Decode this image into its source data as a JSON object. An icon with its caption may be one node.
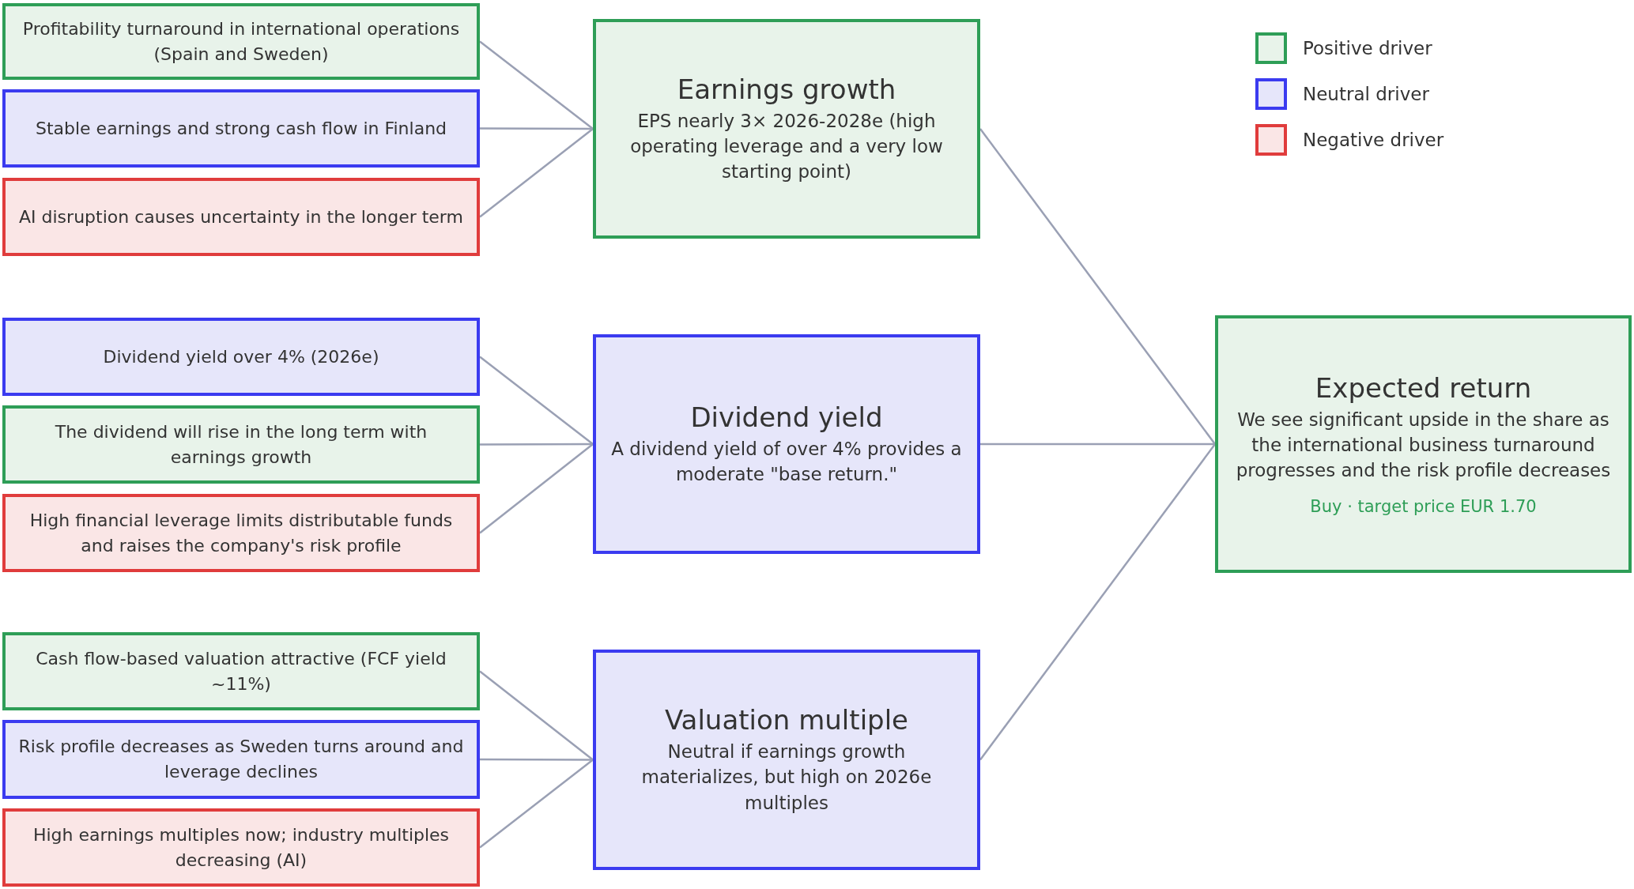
{
  "diagram": {
    "nodes": [
      {
        "text": [
          "Profitability turnaround in international operations (Spain and Sweden)"
        ]
      },
      {
        "text": [
          "Stable earnings and strong cash flow in Finland"
        ]
      },
      {
        "text": [
          "AI disruption causes uncertainty in the longer term"
        ]
      },
      {
        "text": [
          "Dividend yield over 4% (2026e)"
        ]
      },
      {
        "text": [
          "The dividend will rise in the long term with earnings growth"
        ]
      },
      {
        "text": [
          "High financial leverage limits distributable funds and raises the company's risk profile"
        ]
      },
      {
        "text": [
          "Cash flow-based valuation attractive (FCF yield ~11%)"
        ]
      },
      {
        "text": [
          "Risk profile decreases as Sweden turns around and leverage declines"
        ]
      },
      {
        "text": [
          "High earnings multiples now; industry multiples decreasing (AI)"
        ]
      },
      {
        "text": [
          "Earnings growth",
          "EPS nearly 3× 2026-2028e (high operating leverage and a very low starting point)"
        ]
      },
      {
        "text": [
          "Dividend yield",
          "A dividend yield of over 4% provides a moderate \"base return.\""
        ]
      },
      {
        "text": [
          "Valuation multiple",
          "Neutral if earnings growth materializes, but high on 2026e multiples"
        ]
      },
      {
        "text": [
          "Expected return",
          "We see significant upside in the share as the international business turnaround progresses and the risk profile decreases",
          "Buy · target price EUR 1.70"
        ]
      }
    ],
    "edges": [
      {
        "from": 0,
        "to": 9,
        "arrow": "none"
      },
      {
        "from": 1,
        "to": 9,
        "arrow": "none"
      },
      {
        "from": 2,
        "to": 9,
        "arrow": "none"
      },
      {
        "from": 3,
        "to": 10,
        "arrow": "none"
      },
      {
        "from": 4,
        "to": 10,
        "arrow": "none"
      },
      {
        "from": 5,
        "to": 10,
        "arrow": "none"
      },
      {
        "from": 6,
        "to": 11,
        "arrow": "none"
      },
      {
        "from": 7,
        "to": 11,
        "arrow": "none"
      },
      {
        "from": 8,
        "to": 11,
        "arrow": "none"
      },
      {
        "from": 9,
        "to": 12,
        "arrow": "none"
      },
      {
        "from": 10,
        "to": 12,
        "arrow": "none"
      },
      {
        "from": 11,
        "to": 12,
        "arrow": "none"
      }
    ],
    "legend": [
      {
        "text": "Positive driver",
        "color": "#e8f3ea"
      },
      {
        "text": "Neutral driver",
        "color": "#e6e6fa"
      },
      {
        "text": "Negative driver",
        "color": "#fae6e6"
      }
    ]
  }
}
